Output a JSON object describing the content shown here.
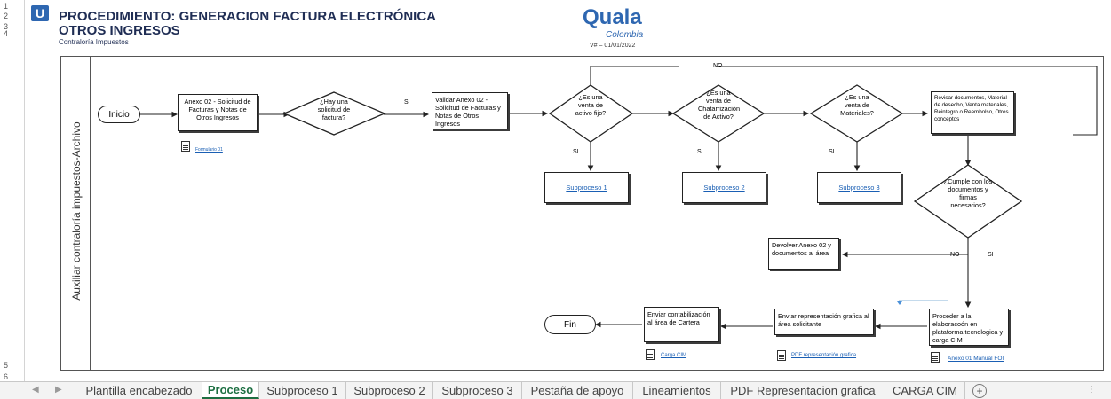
{
  "row_numbers": [
    "1",
    "2",
    "3",
    "4",
    "5",
    "6"
  ],
  "header": {
    "logo_icon": "u-turn-logo-icon",
    "title_line1": "PROCEDIMIENTO: GENERACION FACTURA ELECTRÓNICA",
    "title_line2": "OTROS INGRESOS",
    "subtitle": "Contraloría Impuestos",
    "brand": "Quala",
    "brand_sub": "Colombia",
    "version": "V# – 01/01/2022"
  },
  "lane": {
    "label": "Auxiliar contraloría impuestos-Archivo"
  },
  "flow": {
    "inicio": "Inicio",
    "fin": "Fin",
    "anexo02": "Anexo 02 - Solicitud de Facturas y Notas de Otros Ingresos",
    "anexo02_link": "Formulario 01",
    "q_solicitud": "¿Hay una solicitud de factura?",
    "si_solicitud": "SI",
    "validar": "Validar Anexo 02 - Solicitud de Facturas y Notas de Otros Ingresos",
    "q_activo": "¿Es una venta de activo fijo?",
    "q_chatarra": "¿Es una venta de Chatarrización de Activo?",
    "q_materiales": "¿Es una venta de Materiales?",
    "no_top": "NO",
    "si_activo": "SI",
    "si_chatarra": "SI",
    "si_materiales": "SI",
    "sub1": "Subproceso 1",
    "sub2": "Subproceso 2",
    "sub3": "Subproceso 3",
    "revisar": "Revisar documentos, Material de desecho, Venta materiales, Reintegro o Reembolso, Otros conceptos",
    "q_cumple": "¿Cumple con los documentos y firmas necesarios?",
    "no_cumple": "NO",
    "si_cumple": "SI",
    "devolver": "Devolver Anexo 02 y documentos al área",
    "proceder": "Proceder a la elaboracoón en plataforma tecnologica y carga CIM",
    "proceder_link": "Anexo 01 Manual FOI",
    "enviar_repr": "Enviar representación grafica al área solicitante",
    "enviar_repr_link": "PDF representación grafica",
    "enviar_contab": "Enviar contabilización al área de Cartera",
    "enviar_contab_link": "Carga CIM"
  },
  "tabs": {
    "items": [
      "Plantilla encabezado",
      "Proceso",
      "Subproceso 1",
      "Subproceso 2",
      "Subproceso 3",
      "Pestaña de apoyo",
      "Lineamientos",
      "PDF Representacion grafica",
      "CARGA CIM"
    ],
    "active": "Proceso"
  },
  "colors": {
    "title": "#1f2d54",
    "brand": "#2e67b1",
    "link": "#1a5fb4",
    "active_tab": "#1d6f42"
  }
}
